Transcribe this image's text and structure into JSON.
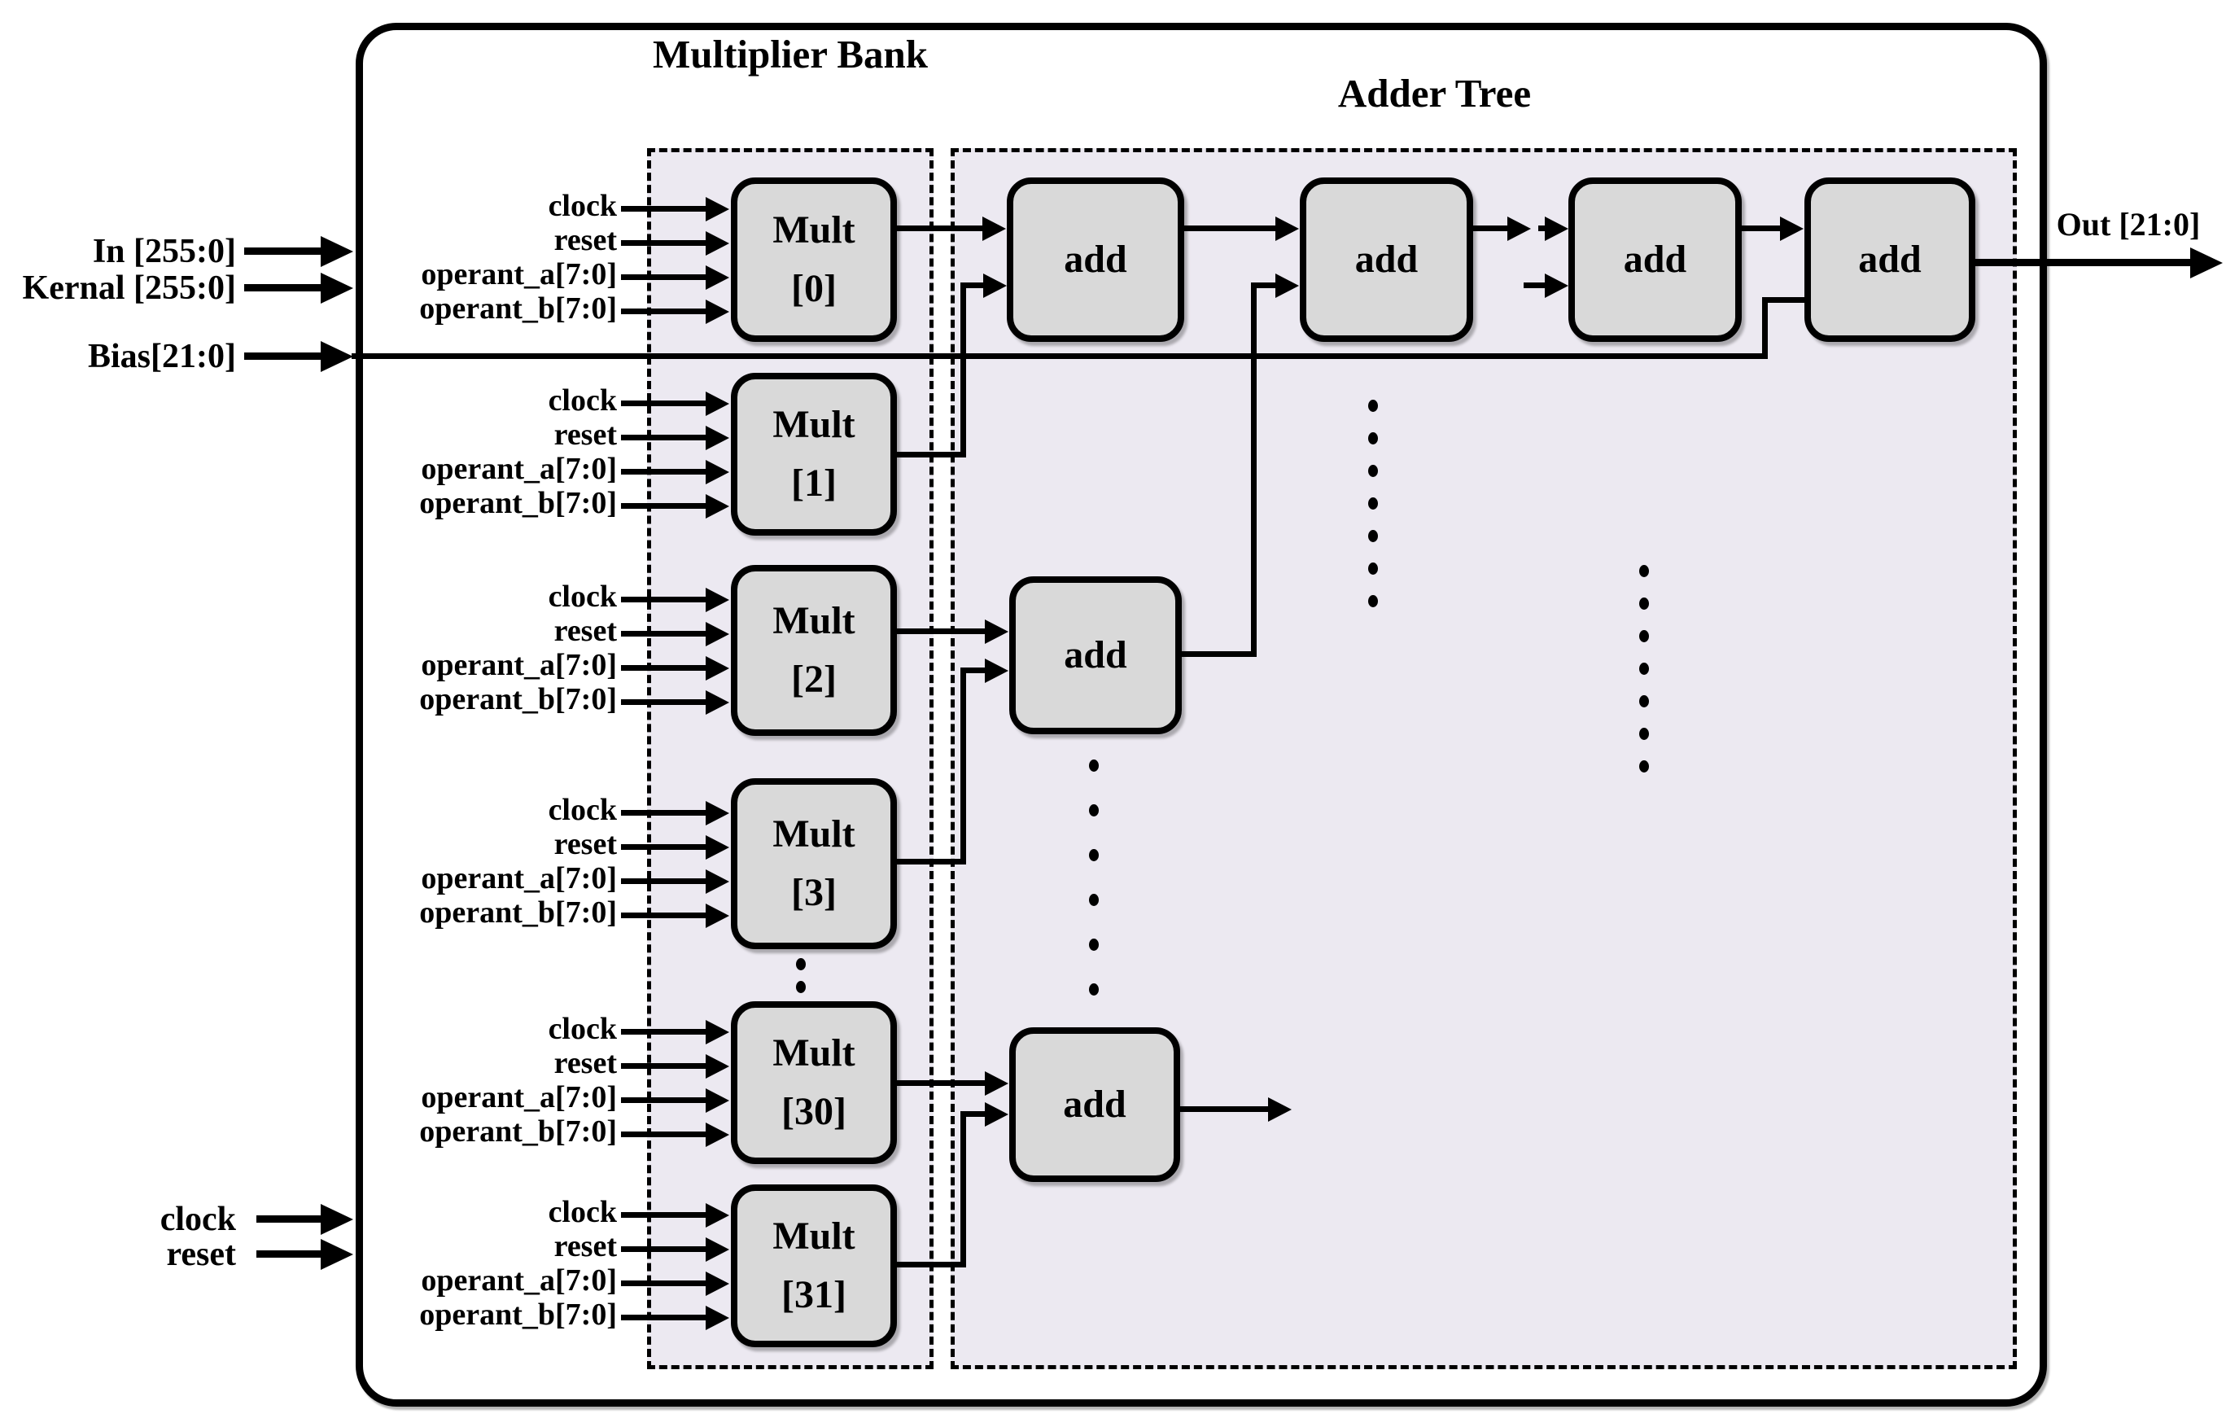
{
  "regions": {
    "multiplier_bank": {
      "title_line1": "Multiplier",
      "title_line2": "Bank"
    },
    "adder_tree": {
      "title": "Adder Tree"
    }
  },
  "external_inputs": [
    {
      "id": "in",
      "label": "In [255:0]"
    },
    {
      "id": "kernal",
      "label": "Kernal [255:0]"
    },
    {
      "id": "bias",
      "label": "Bias[21:0]"
    },
    {
      "id": "clock",
      "label": "clock"
    },
    {
      "id": "reset",
      "label": "reset"
    }
  ],
  "output": {
    "label": "Out [21:0]"
  },
  "mult_port_labels": [
    "clock",
    "reset",
    "operant_a[7:0]",
    "operant_b[7:0]"
  ],
  "mult_blocks": [
    {
      "name": "Mult",
      "index": "[0]"
    },
    {
      "name": "Mult",
      "index": "[1]"
    },
    {
      "name": "Mult",
      "index": "[2]"
    },
    {
      "name": "Mult",
      "index": "[3]"
    },
    {
      "name": "Mult",
      "index": "[30]"
    },
    {
      "name": "Mult",
      "index": "[31]"
    }
  ],
  "add_blocks": [
    {
      "id": "add-stage1-0",
      "label": "add"
    },
    {
      "id": "add-stage2-0",
      "label": "add"
    },
    {
      "id": "add-stage-n1",
      "label": "add"
    },
    {
      "id": "add-final",
      "label": "add"
    },
    {
      "id": "add-stage1-1",
      "label": "add"
    },
    {
      "id": "add-stage1-15",
      "label": "add"
    }
  ],
  "colors": {
    "region_fill": "#ece9f1",
    "block_fill": "#d9d9d9",
    "line": "#000000"
  }
}
